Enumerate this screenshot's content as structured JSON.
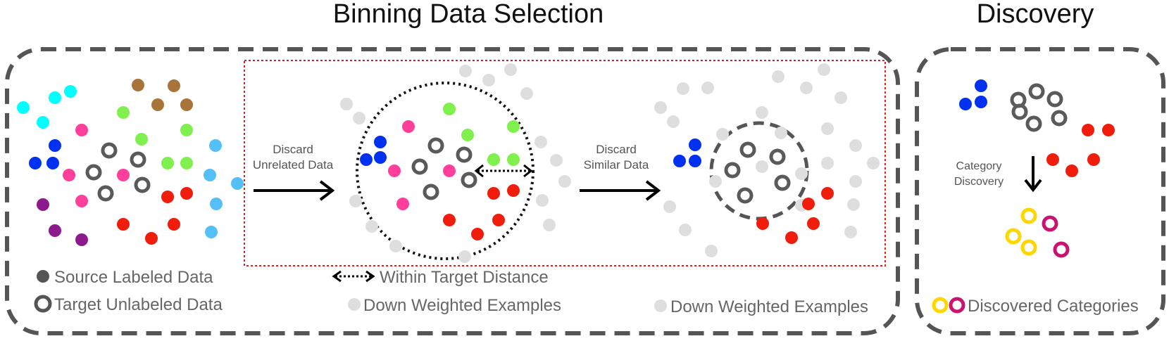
{
  "titles": {
    "binning": "Binning Data Selection",
    "discovery": "Discovery"
  },
  "arrows": {
    "discard_unrelated": [
      "Discard",
      "Unrelated Data"
    ],
    "discard_similar": [
      "Discard",
      "Similar Data"
    ],
    "category_discovery": [
      "Category",
      "Discovery"
    ]
  },
  "legend": {
    "source_labeled": "Source Labeled Data",
    "target_unlabeled": "Target Unlabeled Data",
    "within_target_distance": "Within Target Distance",
    "down_weighted_1": "Down Weighted Examples",
    "down_weighted_2": "Down Weighted Examples",
    "discovered_categories": "Discovered Categories"
  },
  "colors": {
    "cyan": "#00FFFF",
    "brown": "#A8743A",
    "green": "#80F04E",
    "pink": "#FF3F9A",
    "blue": "#0030F0",
    "purple": "#8C1A8C",
    "red": "#F01C0C",
    "light_blue": "#55C0F8",
    "gray_light": "#DEDEDE",
    "target_ring": "#5A5A5A",
    "yellow": "#FFD700",
    "magenta": "#C8146E",
    "selection_box": "#E02020",
    "panel_border": "#555555"
  }
}
